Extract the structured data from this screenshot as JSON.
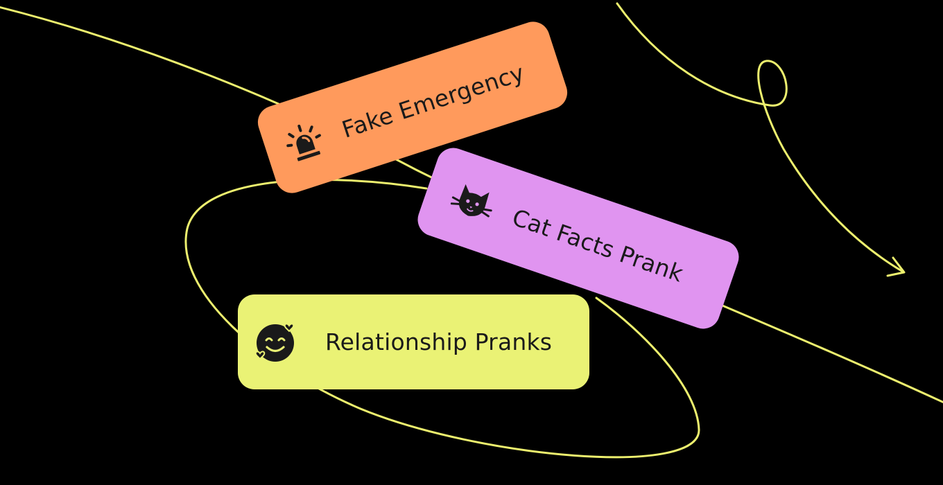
{
  "colors": {
    "background": "#000000",
    "line": "#EDF06E",
    "emergency": "#FF9A5C",
    "cat": "#E094F0",
    "relationship": "#EAF275",
    "text": "#1a1a1a"
  },
  "cards": {
    "emergency": {
      "label": "Fake Emergency",
      "icon": "siren-icon"
    },
    "cat": {
      "label": "Cat Facts Prank",
      "icon": "cat-icon"
    },
    "relationship": {
      "label": "Relationship Pranks",
      "icon": "smiling-face-with-hearts-icon"
    }
  }
}
